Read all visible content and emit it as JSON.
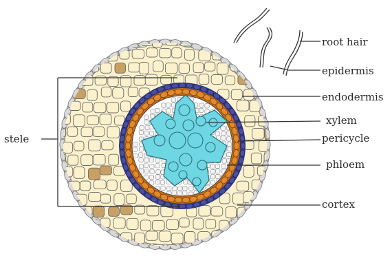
{
  "labels": {
    "root_hair": "root hair",
    "epidermis": "epidermis",
    "endodermis": "endodermis",
    "xylem": "xylem",
    "pericycle": "pericycle",
    "phloem": "phloem",
    "cortex": "cortex",
    "stele": "stele"
  },
  "colors": {
    "cortex_cell": "#fbf1cc",
    "cortex_cell_dark": "#c9a064",
    "epidermis_cell": "#d9d9d9",
    "endodermis_cell": "#4a4fa0",
    "pericycle_cell": "#e08a2a",
    "xylem": "#6fd6e3",
    "phloem_cell": "#f4f4f4",
    "outline": "#555555"
  }
}
